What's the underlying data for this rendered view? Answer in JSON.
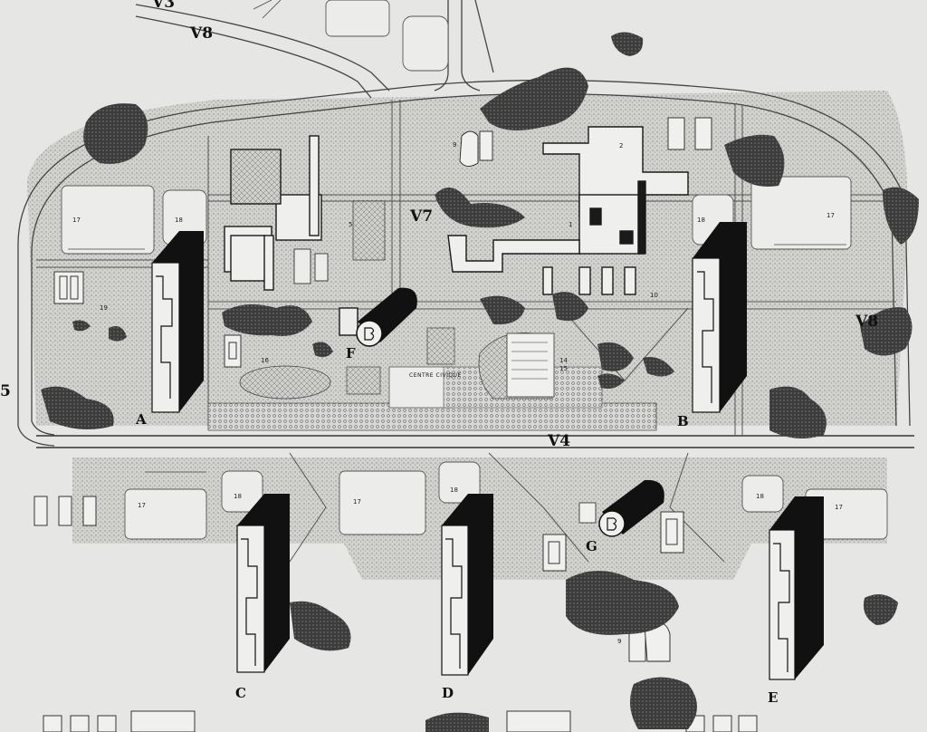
{
  "roads": {
    "v3_top": "V3",
    "v8_top": "V8",
    "v7": "V7",
    "v8_right": "V8",
    "v4": "V4",
    "edge_left": "5"
  },
  "buildings": {
    "a": "A",
    "b": "B",
    "c": "C",
    "d": "D",
    "e": "E",
    "f": "F",
    "g": "G"
  },
  "annotations": {
    "centre_civique": "CENTRE CIVIQUE"
  },
  "plot_numbers": {
    "n1": "1",
    "n2": "2",
    "n5": "5",
    "n9a": "9",
    "n9b": "9",
    "n10": "10",
    "n14": "14",
    "n15": "15",
    "n16": "16",
    "n17a": "17",
    "n17b": "17",
    "n17c": "17",
    "n17d": "17",
    "n17e": "17",
    "n18a": "18",
    "n18b": "18",
    "n18c": "18",
    "n18d": "18",
    "n18e": "18",
    "n19": "19"
  },
  "colors": {
    "paper": "#e6e6e4",
    "stipple": "#cfcfcc",
    "ink": "#1a1a1a",
    "tree": "#3a3a3a"
  }
}
